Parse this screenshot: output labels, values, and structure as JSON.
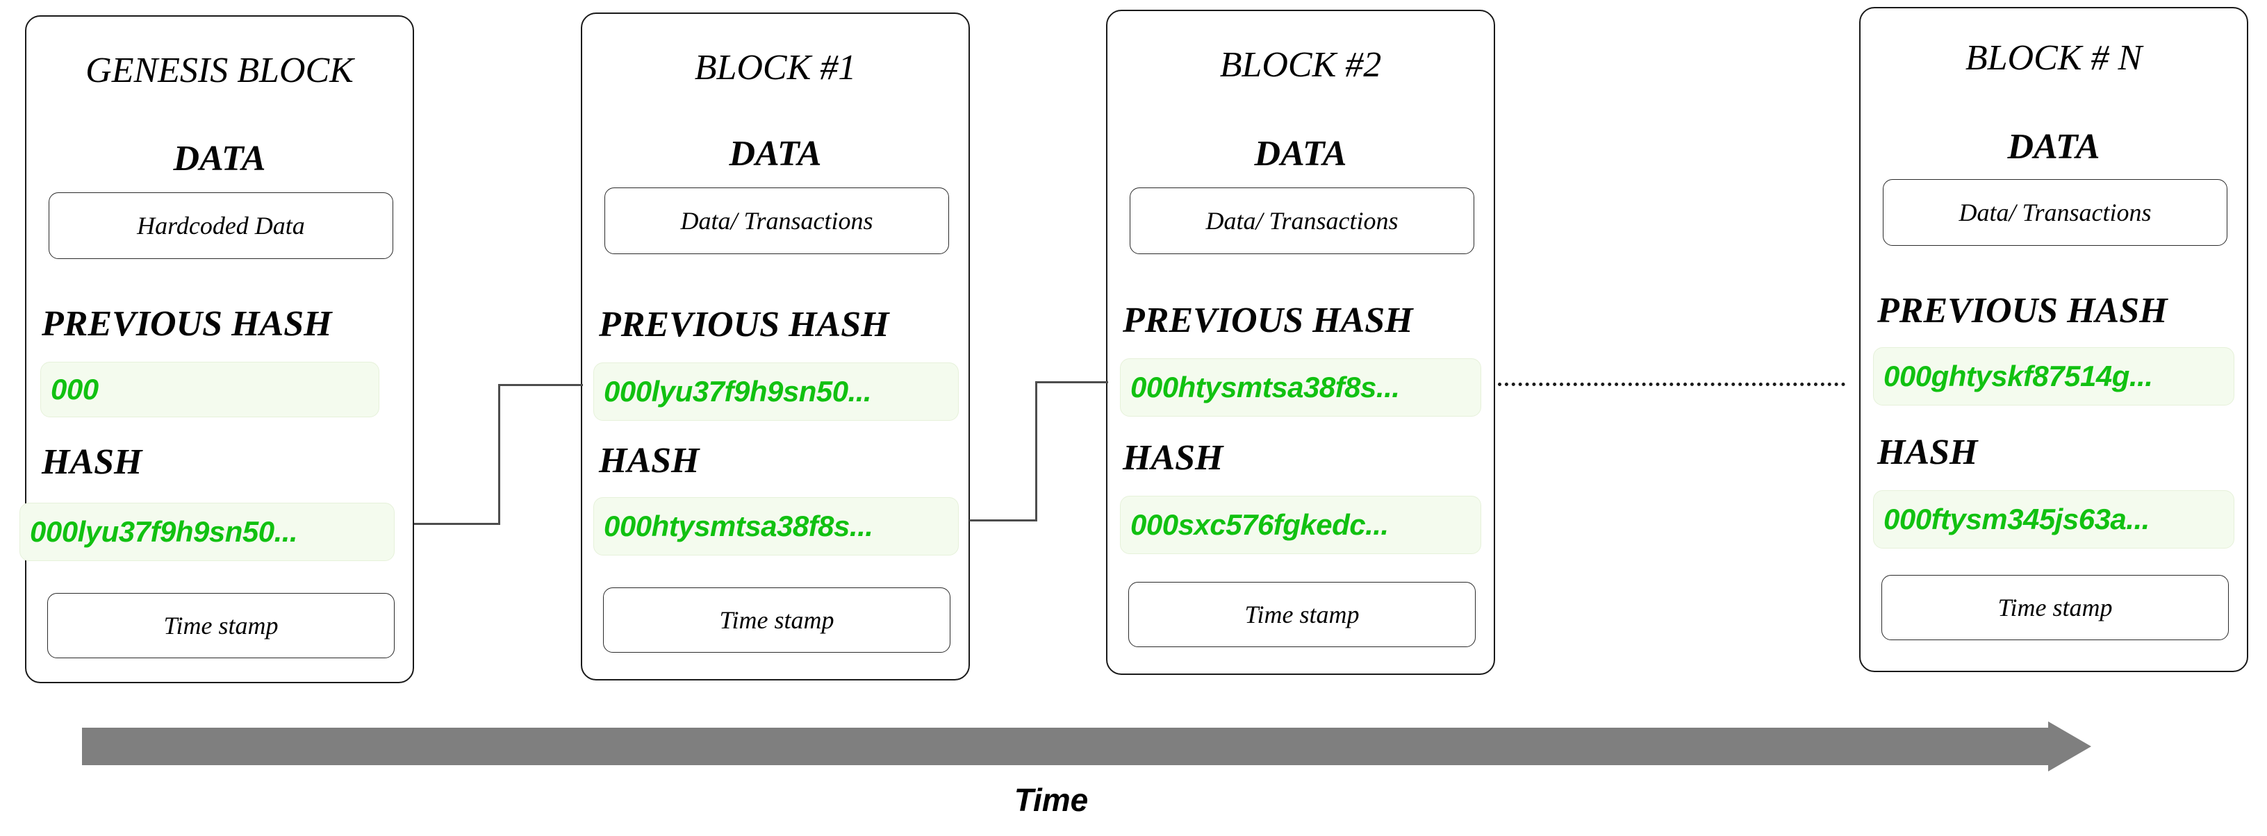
{
  "diagram": {
    "title": "Blockchain structure",
    "accent_green": "#11c111",
    "hash_box_fill": "#f4fbee",
    "arrow_gray": "#7f7f7f",
    "connector_gray": "#4d4d4d"
  },
  "labels": {
    "data_heading": "DATA",
    "previous_hash_heading": "PREVIOUS HASH",
    "hash_heading": "HASH",
    "timestamp_text": "Time stamp",
    "time_axis_label": "Time"
  },
  "blocks": [
    {
      "title": "GENESIS BLOCK",
      "data_heading": "DATA",
      "data_value": "Hardcoded Data",
      "previous_hash_heading": "PREVIOUS HASH",
      "previous_hash_value": "000",
      "hash_heading": "HASH",
      "hash_value": "000lyu37f9h9sn50...",
      "timestamp_text": "Time stamp"
    },
    {
      "title": "BLOCK #1",
      "data_heading": "DATA",
      "data_value": "Data/ Transactions",
      "previous_hash_heading": "PREVIOUS HASH",
      "previous_hash_value": "000lyu37f9h9sn50...",
      "hash_heading": "HASH",
      "hash_value": "000htysmtsa38f8s...",
      "timestamp_text": "Time stamp"
    },
    {
      "title": "BLOCK #2",
      "data_heading": "DATA",
      "data_value": "Data/ Transactions",
      "previous_hash_heading": "PREVIOUS HASH",
      "previous_hash_value": "000htysmtsa38f8s...",
      "hash_heading": "HASH",
      "hash_value": "000sxc576fgkedc...",
      "timestamp_text": "Time stamp"
    },
    {
      "title": "BLOCK # N",
      "data_heading": "DATA",
      "data_value": "Data/ Transactions",
      "previous_hash_heading": "PREVIOUS HASH",
      "previous_hash_value": "000ghtyskf87514g...",
      "hash_heading": "HASH",
      "hash_value": "000ftysm345js63a...",
      "timestamp_text": "Time stamp"
    }
  ],
  "time_axis": {
    "label": "Time"
  }
}
